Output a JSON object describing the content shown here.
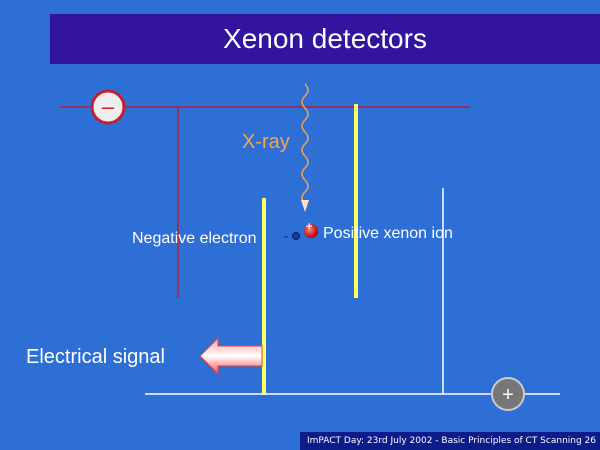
{
  "slide": {
    "title": "Xenon detectors",
    "footer": "ImPACT Day: 23rd July 2002 - Basic Principles of CT Scanning 26"
  },
  "diagram": {
    "xray_label": "X-ray",
    "negative_label": "Negative electron",
    "positive_label": "Positive xenon ion",
    "signal_label": "Electrical signal",
    "cathode_symbol": "–",
    "anode_symbol": "+",
    "electron_sign": "-",
    "ion_sign": "+"
  },
  "colors": {
    "background": "#2e6fd6",
    "title_bar": "#33149e",
    "footer_bar": "#0c1c8a",
    "wire": "#b01e3c",
    "plate": "#ffff66",
    "xray": "#f0a050",
    "label_orange": "#f3a64e",
    "arrow": "#ff5a5a"
  },
  "icons": {
    "cathode": "minus-circle-icon",
    "anode": "plus-circle-icon",
    "signal": "left-arrow-icon",
    "xray": "wavy-photon-icon"
  }
}
